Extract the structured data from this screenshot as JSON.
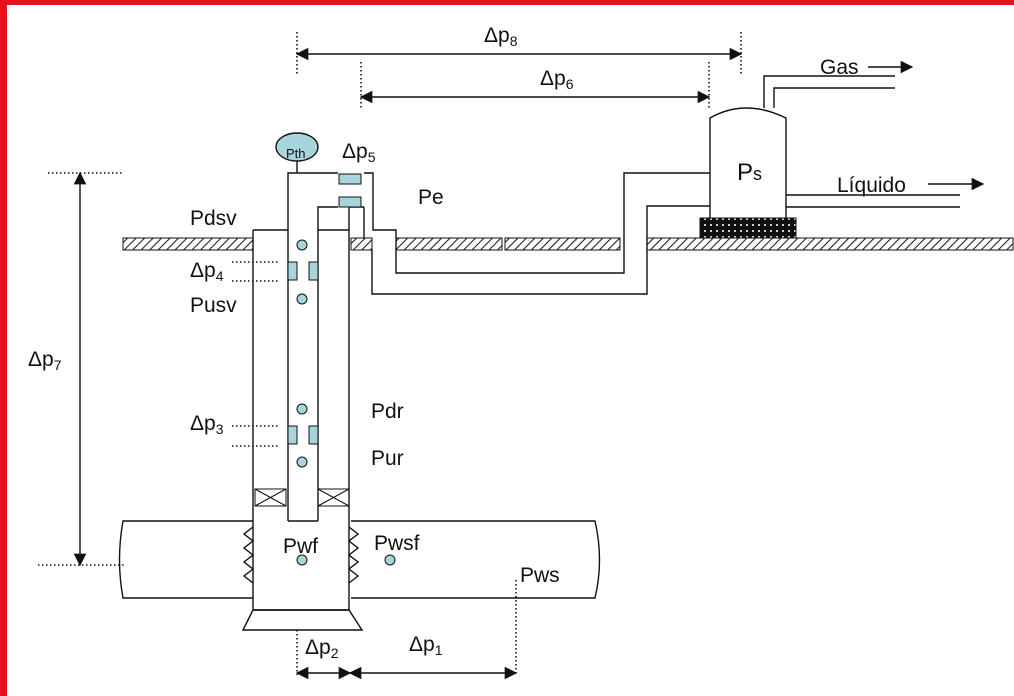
{
  "labels": {
    "dp8": {
      "base": "Δp",
      "sub": "8"
    },
    "dp6": {
      "base": "Δp",
      "sub": "6"
    },
    "dp5": {
      "base": "Δp",
      "sub": "5"
    },
    "dp4": {
      "base": "Δp",
      "sub": "4"
    },
    "dp3": {
      "base": "Δp",
      "sub": "3"
    },
    "dp7": {
      "base": "Δp",
      "sub": "7"
    },
    "dp2": {
      "base": "Δp",
      "sub": "2"
    },
    "dp1": {
      "base": "Δp",
      "sub": "1"
    },
    "gas": "Gas",
    "liquido": "Líquido",
    "ps": {
      "base": "P",
      "sub": "s"
    },
    "pth": "Pth",
    "pe": "Pe",
    "pdsv": "Pdsv",
    "pusv": "Pusv",
    "pdr": "Pdr",
    "pur": "Pur",
    "pwf": "Pwf",
    "pwsf": "Pwsf",
    "pws": "Pws"
  },
  "colors": {
    "frame": "#e3121b",
    "gauge_fill": "#a8d4dc",
    "valve_fill": "#a8d4dc",
    "node_fill": "#a8d4dc",
    "choke_fill": "#111111"
  }
}
